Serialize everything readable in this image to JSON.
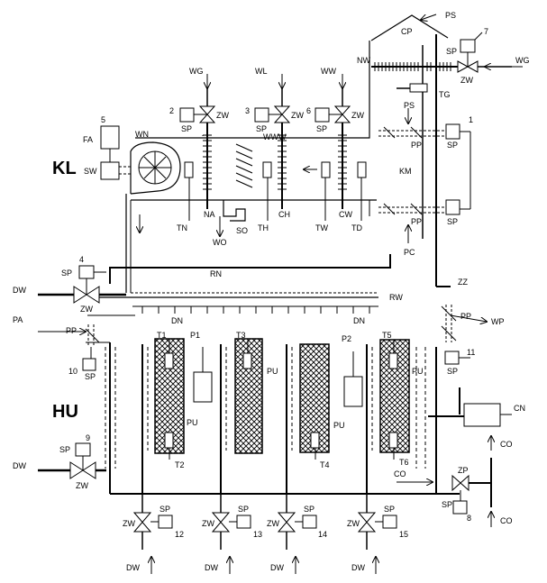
{
  "section_labels": {
    "upper": "KL",
    "lower": "HU"
  },
  "labels": {
    "ps_top": "PS",
    "cp": "CP",
    "nw": "NW",
    "wg_right": "WG",
    "sp_7": "SP",
    "num_7": "7",
    "zw_7": "ZW",
    "tg": "TG",
    "wg": "WG",
    "wl": "WL",
    "ww": "WW",
    "num_2": "2",
    "num_3": "3",
    "num_6": "6",
    "sp_2": "SP",
    "zw_2": "ZW",
    "sp_3": "SP",
    "zw_3": "ZW",
    "sp_6": "SP",
    "zw_6": "ZW",
    "www": "WWW",
    "ps_mid": "PS",
    "pp_1": "PP",
    "sp_1": "SP",
    "num_1": "1",
    "num_5": "5",
    "fa": "FA",
    "wn": "WN",
    "sw": "SW",
    "km": "KM",
    "tn": "TN",
    "na": "NA",
    "wo": "WO",
    "so": "SO",
    "th": "TH",
    "ch": "CH",
    "tw": "TW",
    "cw": "CW",
    "td": "TD",
    "pp_2": "PP",
    "sp_2b": "SP",
    "pc": "PC",
    "num_4": "4",
    "sp_4": "SP",
    "dw_4": "DW",
    "zw_4": "ZW",
    "rn": "RN",
    "rw": "RW",
    "pa": "PA",
    "dn_1": "DN",
    "dn_2": "DN",
    "zz": "ZZ",
    "pp_3": "PP",
    "wp": "WP",
    "pp_4": "PP",
    "num_10": "10",
    "sp_10": "SP",
    "t1": "T1",
    "p1": "P1",
    "t3": "T3",
    "pu_1": "PU",
    "pu_2": "PU",
    "pu_3": "PU",
    "p2": "P2",
    "t5": "T5",
    "pu_4": "PU",
    "sp_11": "SP",
    "num_11": "11",
    "cn": "CN",
    "num_9": "9",
    "sp_9": "SP",
    "dw_9": "DW",
    "zw_9": "ZW",
    "t2": "T2",
    "t4": "T4",
    "t6": "T6",
    "co_1": "CO",
    "co_2": "CO",
    "zp": "ZP",
    "sp_8": "SP",
    "num_8": "8",
    "co_3": "CO",
    "zw_12": "ZW",
    "sp_12": "SP",
    "num_12": "12",
    "zw_13": "ZW",
    "sp_13": "SP",
    "num_13": "13",
    "zw_14": "ZW",
    "sp_14": "SP",
    "num_14": "14",
    "zw_15": "ZW",
    "sp_15": "SP",
    "num_15": "15",
    "dw_12": "DW",
    "dw_13": "DW",
    "dw_14": "DW",
    "dw_15": "DW"
  }
}
